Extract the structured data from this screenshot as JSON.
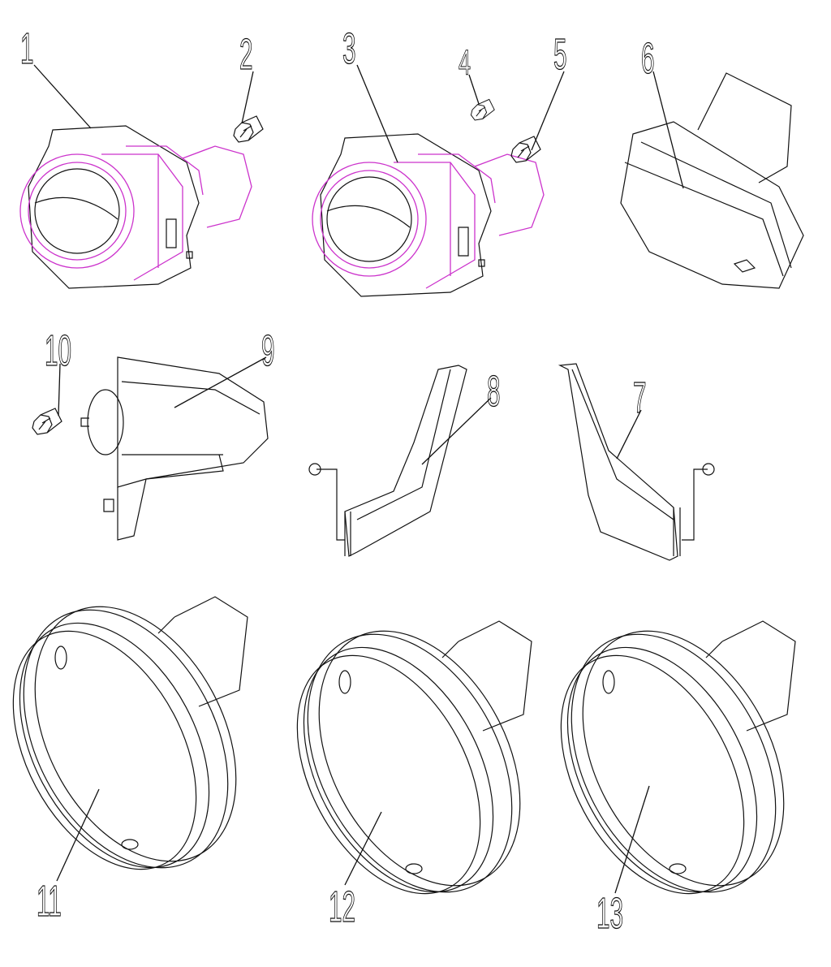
{
  "diagram": {
    "type": "exploded parts diagram",
    "colors": {
      "line": "#111111",
      "highlight": "#cc33cc"
    },
    "labels": [
      "1",
      "2",
      "3",
      "4",
      "5",
      "6",
      "7",
      "8",
      "9",
      "10",
      "11",
      "12",
      "13"
    ]
  }
}
